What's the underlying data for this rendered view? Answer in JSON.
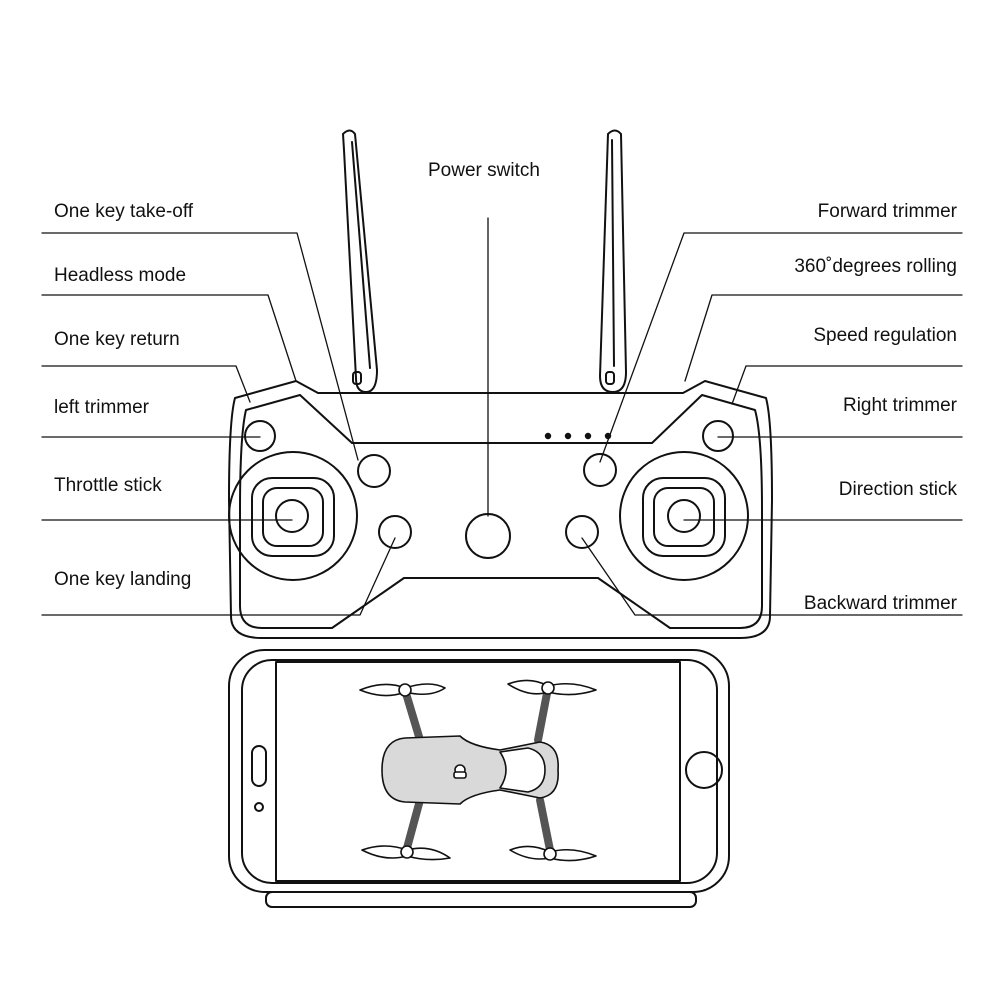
{
  "labels": {
    "power_switch": "Power switch",
    "one_key_take_off": "One key take-off",
    "headless_mode": "Headless mode",
    "one_key_return": "One key return",
    "left_trimmer": "left trimmer",
    "throttle_stick": "Throttle stick",
    "one_key_landing": "One key landing",
    "forward_trimmer": "Forward trimmer",
    "degrees_rolling": "360˚degrees rolling",
    "speed_regulation": "Speed regulation",
    "right_trimmer": "Right trimmer",
    "direction_stick": "Direction stick",
    "backward_trimmer": "Backward trimmer"
  },
  "colors": {
    "line": "#111111",
    "background": "#ffffff",
    "drone_body": "#d9d9d9",
    "drone_arm": "#b7b7b7"
  }
}
